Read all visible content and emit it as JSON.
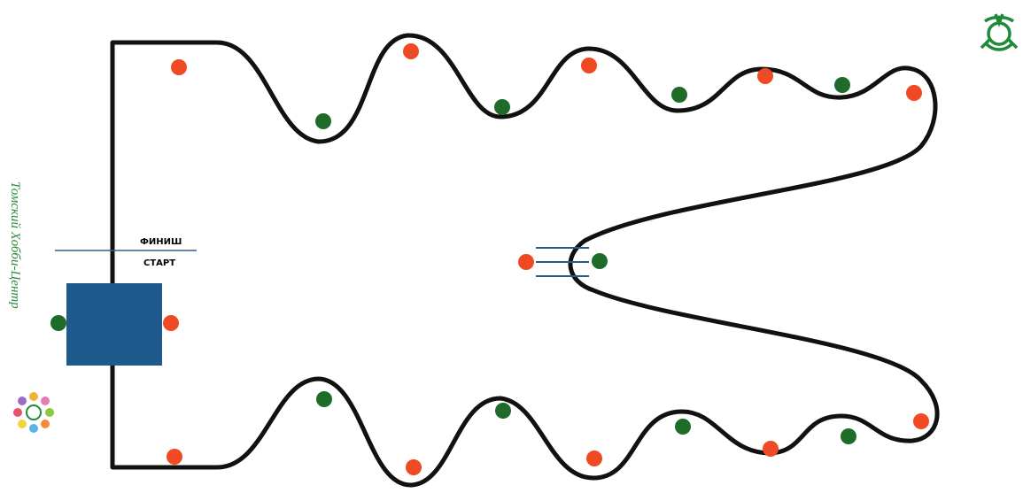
{
  "labels": {
    "finish": "ФИНИШ",
    "start": "СТАРТ",
    "side_text": "Томский Хобби-Центр"
  },
  "colors": {
    "track": "#111111",
    "red": "#ef4a23",
    "green": "#1f6b2a",
    "box": "#1e5a8c",
    "text_green": "#2e8b3e"
  },
  "icons": {
    "top_logo": "knot-logo-icon",
    "bottom_logo": "flower-logo-icon"
  },
  "markers": [
    {
      "color": "red"
    },
    {
      "color": "green"
    },
    {
      "color": "red"
    },
    {
      "color": "green"
    },
    {
      "color": "red"
    },
    {
      "color": "green"
    },
    {
      "color": "red"
    },
    {
      "color": "green"
    },
    {
      "color": "red"
    },
    {
      "color": "red"
    },
    {
      "color": "green"
    },
    {
      "color": "green"
    },
    {
      "color": "red"
    },
    {
      "color": "red"
    },
    {
      "color": "green"
    },
    {
      "color": "red"
    },
    {
      "color": "green"
    },
    {
      "color": "red"
    },
    {
      "color": "green"
    },
    {
      "color": "red"
    },
    {
      "color": "green"
    },
    {
      "color": "red"
    }
  ]
}
